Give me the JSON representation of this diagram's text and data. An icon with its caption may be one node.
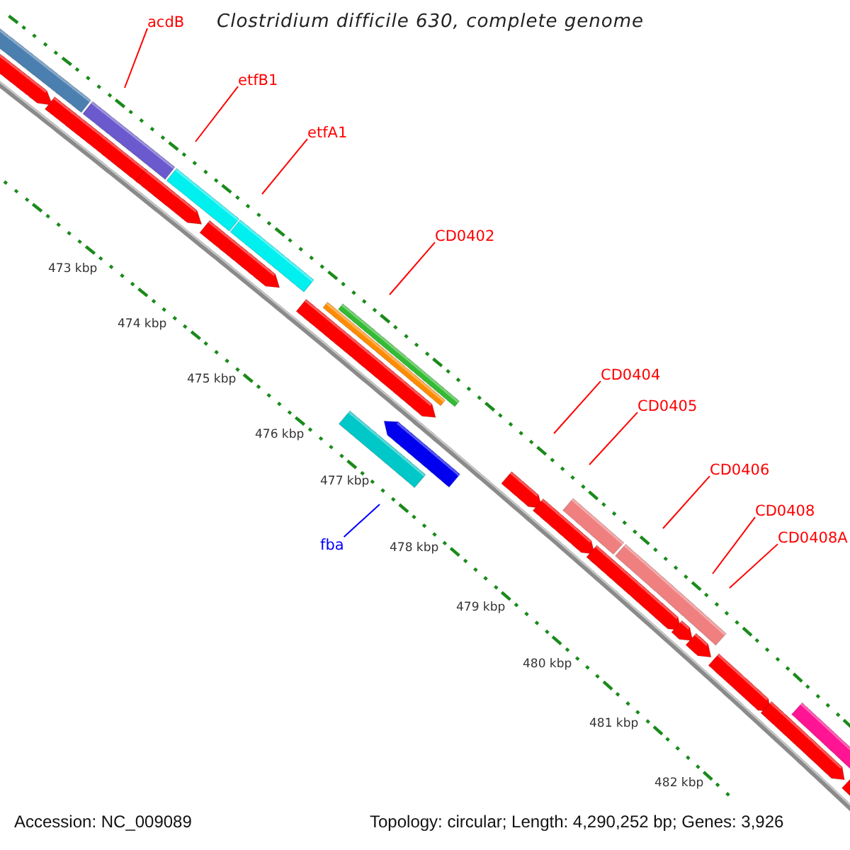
{
  "diagram": {
    "title": "Clostridium difficile 630, complete genome",
    "nodes": [
      {
        "text": [
          "acdB"
        ]
      },
      {
        "text": [
          "etfB1"
        ]
      },
      {
        "text": [
          "etfA1"
        ]
      },
      {
        "text": [
          "CD0402"
        ]
      },
      {
        "text": [
          "CD0404"
        ]
      },
      {
        "text": [
          "CD0405"
        ]
      },
      {
        "text": [
          "CD0406"
        ]
      },
      {
        "text": [
          "CD0408"
        ]
      },
      {
        "text": [
          "CD0408A"
        ]
      },
      {
        "text": [
          "fba"
        ]
      }
    ],
    "edges": [
      {
        "from": 0,
        "to": null,
        "arrow": "none"
      },
      {
        "from": 1,
        "to": null,
        "arrow": "none"
      },
      {
        "from": 2,
        "to": null,
        "arrow": "none"
      },
      {
        "from": 3,
        "to": null,
        "arrow": "none"
      },
      {
        "from": 4,
        "to": null,
        "arrow": "none"
      },
      {
        "from": 5,
        "to": null,
        "arrow": "none"
      },
      {
        "from": 6,
        "to": null,
        "arrow": "none"
      },
      {
        "from": 7,
        "to": null,
        "arrow": "none"
      },
      {
        "from": 8,
        "to": null,
        "arrow": "none"
      },
      {
        "from": 9,
        "to": null,
        "arrow": "none",
        "color": "#0000ff"
      }
    ],
    "labels": [
      "473 kbp",
      "474 kbp",
      "475 kbp",
      "476 kbp",
      "477 kbp",
      "478 kbp",
      "479 kbp",
      "480 kbp",
      "481 kbp",
      "482 kbp",
      "Accession: NC_009089",
      "Topology: circular; Length: 4,290,252 bp; Genes: 3,926"
    ]
  }
}
